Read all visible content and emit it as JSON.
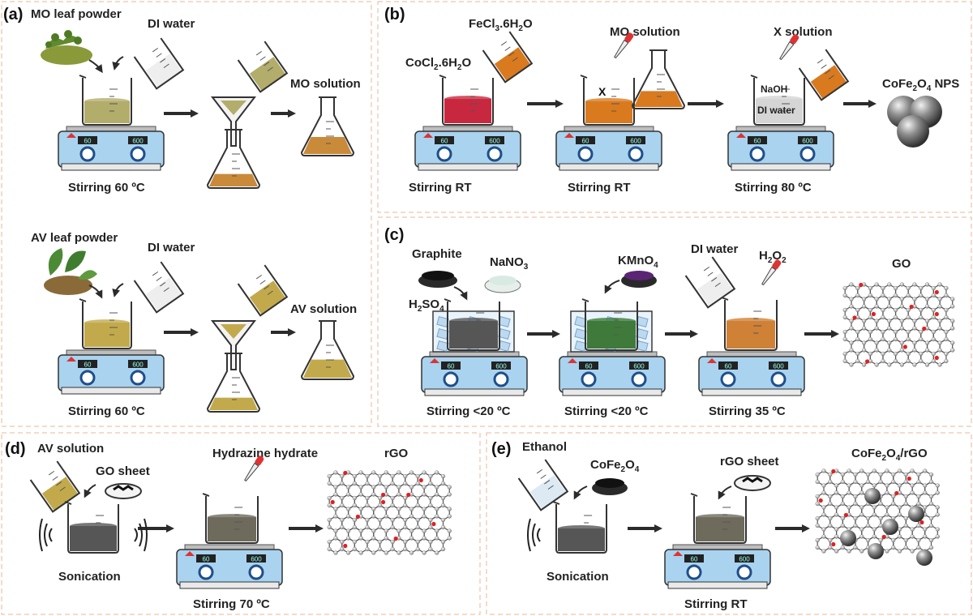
{
  "panels": [
    {
      "id": "a",
      "label": "(a)"
    },
    {
      "id": "b",
      "label": "(b)"
    },
    {
      "id": "c",
      "label": "(c)"
    },
    {
      "id": "d",
      "label": "(d)"
    },
    {
      "id": "e",
      "label": "(e)"
    }
  ],
  "a": {
    "mo_powder": "MO leaf powder",
    "di_water_1": "DI water",
    "mo_solution": "MO solution",
    "stir_1": "Stirring 60 ºC",
    "av_powder": "AV leaf powder",
    "di_water_2": "DI water",
    "av_solution": "AV solution",
    "stir_2": "Stirring 60 ºC"
  },
  "b": {
    "fecl": "FeCl",
    "fecl_sub1": "3",
    "fecl_rest": ".6H",
    "fecl_sub2": "2",
    "fecl_end": "O",
    "cocl": "CoCl",
    "cocl_sub1": "2",
    "cocl_rest": ".6H",
    "cocl_sub2": "2",
    "cocl_end": "O",
    "mo_solution": "MO solution",
    "x_solution": "X solution",
    "x_mark": "X",
    "naoh": "NaOH",
    "di_water": "DI water",
    "product": "CoFe",
    "product_sub1": "2",
    "product_o": "O",
    "product_sub2": "4",
    "product_end": " NPS",
    "stir_1": "Stirring RT",
    "stir_2": "Stirring RT",
    "stir_3": "Stirring 80 ºC"
  },
  "c": {
    "graphite": "Graphite",
    "nano3": "NaNO",
    "nano3_sub": "3",
    "h2so4": "H",
    "h2so4_sub1": "2",
    "h2so4_mid": "SO",
    "h2so4_sub2": "4",
    "kmno4": "KMnO",
    "kmno4_sub": "4",
    "di_water": "DI water",
    "h2o2": "H",
    "h2o2_sub1": "2",
    "h2o2_mid": "O",
    "h2o2_sub2": "2",
    "go": "GO",
    "stir_1": "Stirring <20 ºC",
    "stir_2": "Stirring <20 ºC",
    "stir_3": "Stirring 35 ºC"
  },
  "d": {
    "av_solution": "AV solution",
    "go_sheet": "GO sheet",
    "hydrazine": "Hydrazine hydrate",
    "rgo": "rGO",
    "sonication": "Sonication",
    "stir": "Stirring 70 ºC"
  },
  "e": {
    "ethanol": "Ethanol",
    "cofe": "CoFe",
    "cofe_sub1": "2",
    "cofe_o": "O",
    "cofe_sub2": "4",
    "rgo_sheet": "rGO sheet",
    "product": "CoFe",
    "product_sub1": "2",
    "product_o": "O",
    "product_sub2": "4",
    "product_end": "/rGO",
    "sonication": "Sonication",
    "stir": "Stirring RT"
  },
  "stirrer_display": {
    "left": "60",
    "right": "600"
  },
  "colors": {
    "border": "#e8b79a",
    "stirrer_blue": "#a9d3ef",
    "mo_liquid": "#b3ad6c",
    "av_liquid": "#c2aa4c",
    "filtrate": "#c98b3a",
    "red_solution": "#c8283f",
    "orange_solution": "#d97a1f",
    "grey_solution": "#d5d5d5",
    "dark_solution": "#565656",
    "green_solution": "#3f7a3b",
    "brown_solution": "#cf8136",
    "rgo_liquid": "#6e6a5c",
    "arrow": "#2b2b2b",
    "kmno4": "#5b2474",
    "ice": "#bcd9f0"
  }
}
